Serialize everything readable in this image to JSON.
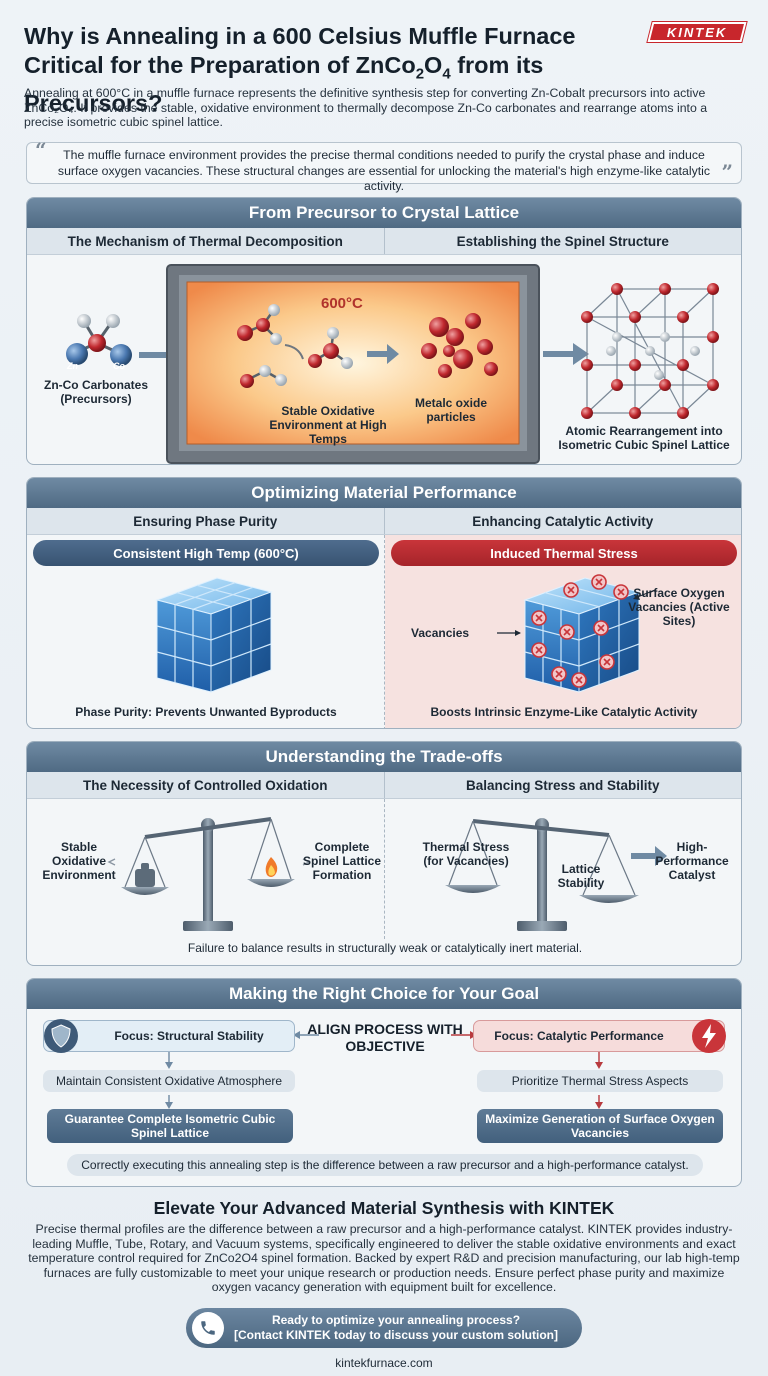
{
  "header": {
    "logo_text": "KINTEK",
    "title_line1": "Why is Annealing in a 600 Celsius Muffle Furnace",
    "title_line2_pre": "Critical for the Preparation of ZnCo",
    "title_sub1": "2",
    "title_o": "O",
    "title_sub2": "4",
    "title_line2_post": " from its Precursors?",
    "intro": "Annealing at 600°C in a muffle furnace represents the definitive synthesis step for converting Zn-Cobalt precursors into active ZnCo₂O₄. It provides the stable, oxidative environment to thermally decompose Zn-Co carbonates and rearrange atoms into a precise isometric cubic spinel lattice.",
    "quote": "The muffle furnace environment provides the precise thermal conditions needed to purify the crystal phase and induce surface oxygen vacancies. These structural changes are essential for unlocking the material's high enzyme-like catalytic activity."
  },
  "section1": {
    "title": "From Precursor to Crystal Lattice",
    "sub_left": "The Mechanism of Thermal Decomposition",
    "sub_right": "Establishing the Spinel Structure",
    "temp": "600°C",
    "atom_zn": "Zn",
    "atom_co": "Co",
    "precursor_label": "Zn-Co Carbonates (Precursors)",
    "env_label": "Stable Oxidative Environment at High Temps",
    "oxide_label": "Metalc oxide particles",
    "lattice_label": "Atomic Rearrangement into Isometric Cubic Spinel Lattice"
  },
  "section2": {
    "title": "Optimizing Material Performance",
    "sub_left": "Ensuring Phase Purity",
    "sub_right": "Enhancing Catalytic Activity",
    "pill_left": "Consistent High Temp (600°C)",
    "pill_right": "Induced Thermal Stress",
    "purity_label": "Phase Purity: Prevents Unwanted Byproducts",
    "vacancies_label": "Vacancies",
    "surface_label": "Surface Oxygen Vacancies (Active Sites)",
    "boost_label": "Boosts Intrinsic Enzyme-Like Catalytic Activity"
  },
  "section3": {
    "title": "Understanding the Trade-offs",
    "sub_left": "The Necessity of Controlled Oxidation",
    "sub_right": "Balancing Stress and Stability",
    "stable_env": "Stable Oxidative Environment",
    "complete_spinel": "Complete Spinel Lattice Formation",
    "thermal_stress": "Thermal Stress (for Vacancies)",
    "lattice_stability": "Lattice Stability",
    "high_perf": "High-Performance Catalyst",
    "failure": "Failure to balance results in structurally weak or catalytically inert material."
  },
  "section4": {
    "title": "Making the Right Choice for Your Goal",
    "align": "ALIGN PROCESS WITH OBJECTIVE",
    "left_focus": "Focus: Structural Stability",
    "left_step1": "Maintain Consistent Oxidative Atmosphere",
    "left_step2": "Guarantee Complete Isometric Cubic Spinel Lattice",
    "right_focus": "Focus: Catalytic Performance",
    "right_step1": "Prioritize Thermal Stress Aspects",
    "right_step2": "Maximize Generation of Surface Oxygen Vacancies",
    "conclusion": "Correctly executing this annealing step is the difference between a raw precursor and a high-performance catalyst."
  },
  "footer": {
    "title": "Elevate Your Advanced Material Synthesis with KINTEK",
    "text": "Precise thermal profiles are the difference between a raw precursor and a high-performance catalyst. KINTEK provides industry-leading Muffle, Tube, Rotary, and Vacuum systems, specifically engineered to deliver the stable oxidative environments and exact temperature control required for ZnCo2O4 spinel formation. Backed by expert R&D and precision manufacturing, our lab high-temp furnaces are fully customizable to meet your unique research or production needs. Ensure perfect phase purity and maximize oxygen vacancy generation with equipment built for excellence.",
    "cta_line1": "Ready to optimize your annealing process?",
    "cta_line2": "[Contact KINTEK today to discuss your custom solution]",
    "website": "kintekfurnace.com"
  },
  "colors": {
    "brand_red": "#c8262c",
    "header_blue": "#5a7590",
    "accent_red": "#c9353a"
  }
}
